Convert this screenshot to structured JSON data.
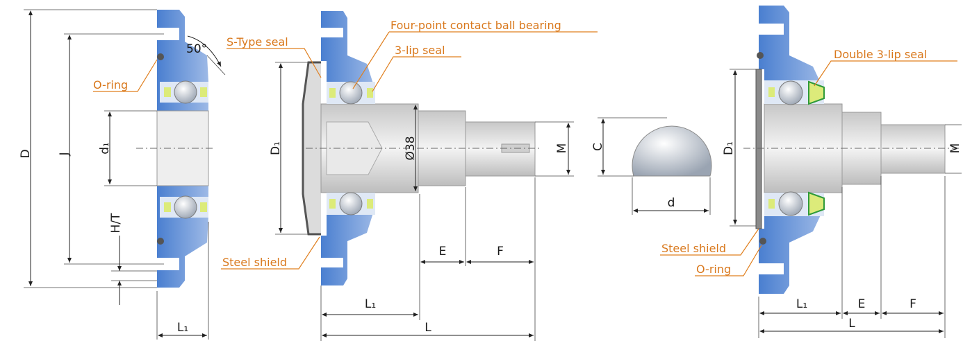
{
  "accent_color": "#e07f1e",
  "bearing_blue": "#3f72c4",
  "angle_label": "50°",
  "callouts": {
    "o_ring_left": "O-ring",
    "s_type_seal": "S-Type seal",
    "four_point": "Four-point contact ball bearing",
    "three_lip": "3-lip seal",
    "steel_shield_mid": "Steel shield",
    "double_three_lip": "Double 3-lip seal",
    "steel_shield_right": "Steel shield",
    "o_ring_right": "O-ring"
  },
  "dims": {
    "D": "D",
    "J": "J",
    "d1": "d₁",
    "HT": "H/T",
    "L1_left": "L₁",
    "D1_mid": "D₁",
    "diameter": "Ø38",
    "M_mid": "M",
    "E_mid": "E",
    "F_mid": "F",
    "L1_mid": "L₁",
    "L_mid": "L",
    "C": "C",
    "d": "d",
    "D1_right": "D₁",
    "M_right": "M",
    "L1_right": "L₁",
    "E_right": "E",
    "F_right": "F",
    "L_right": "L"
  }
}
